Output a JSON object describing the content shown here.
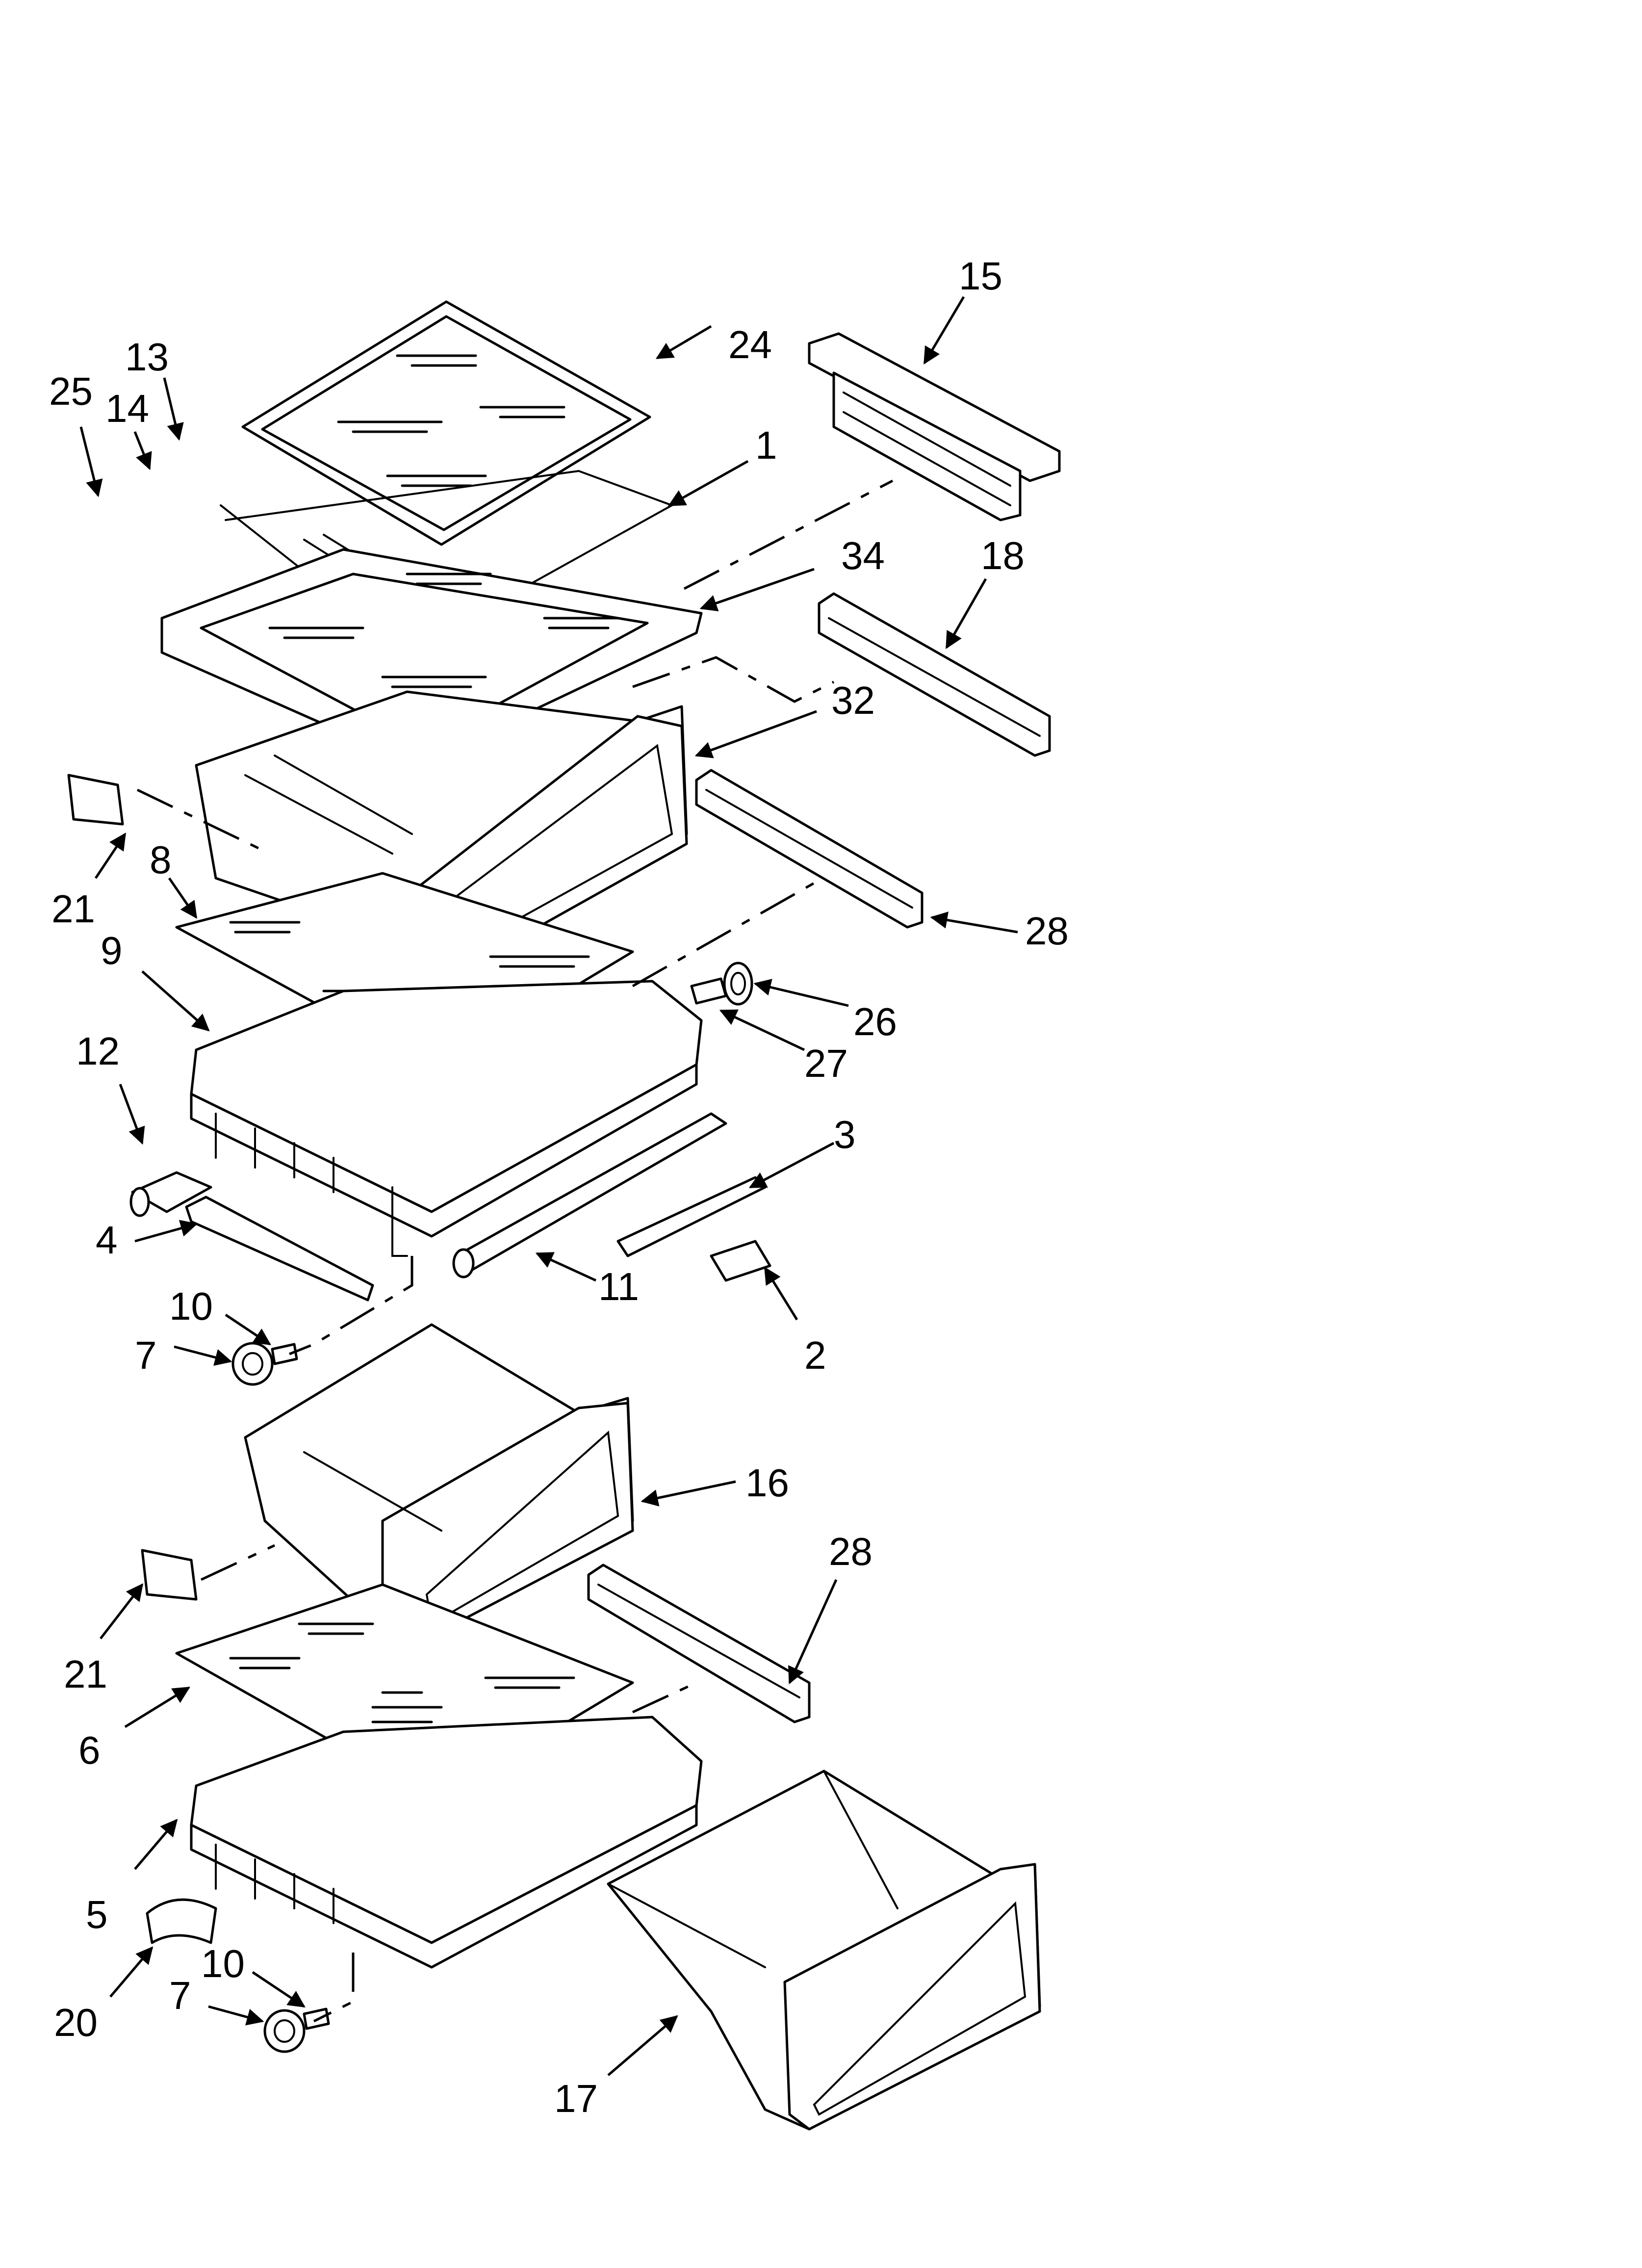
{
  "diagram": {
    "callouts": [
      {
        "id": "c15",
        "label": "15"
      },
      {
        "id": "c24",
        "label": "24"
      },
      {
        "id": "c13",
        "label": "13"
      },
      {
        "id": "c25",
        "label": "25"
      },
      {
        "id": "c14",
        "label": "14"
      },
      {
        "id": "c1",
        "label": "1"
      },
      {
        "id": "c34",
        "label": "34"
      },
      {
        "id": "c18",
        "label": "18"
      },
      {
        "id": "c32",
        "label": "32"
      },
      {
        "id": "c21a",
        "label": "21"
      },
      {
        "id": "c8",
        "label": "8"
      },
      {
        "id": "c28a",
        "label": "28"
      },
      {
        "id": "c9",
        "label": "9"
      },
      {
        "id": "c26",
        "label": "26"
      },
      {
        "id": "c27",
        "label": "27"
      },
      {
        "id": "c12",
        "label": "12"
      },
      {
        "id": "c3",
        "label": "3"
      },
      {
        "id": "c4",
        "label": "4"
      },
      {
        "id": "c11",
        "label": "11"
      },
      {
        "id": "c10a",
        "label": "10"
      },
      {
        "id": "c7a",
        "label": "7"
      },
      {
        "id": "c2",
        "label": "2"
      },
      {
        "id": "c16",
        "label": "16"
      },
      {
        "id": "c28b",
        "label": "28"
      },
      {
        "id": "c21b",
        "label": "21"
      },
      {
        "id": "c6",
        "label": "6"
      },
      {
        "id": "c5",
        "label": "5"
      },
      {
        "id": "c20",
        "label": "20"
      },
      {
        "id": "c10b",
        "label": "10"
      },
      {
        "id": "c7b",
        "label": "7"
      },
      {
        "id": "c17",
        "label": "17"
      }
    ]
  }
}
